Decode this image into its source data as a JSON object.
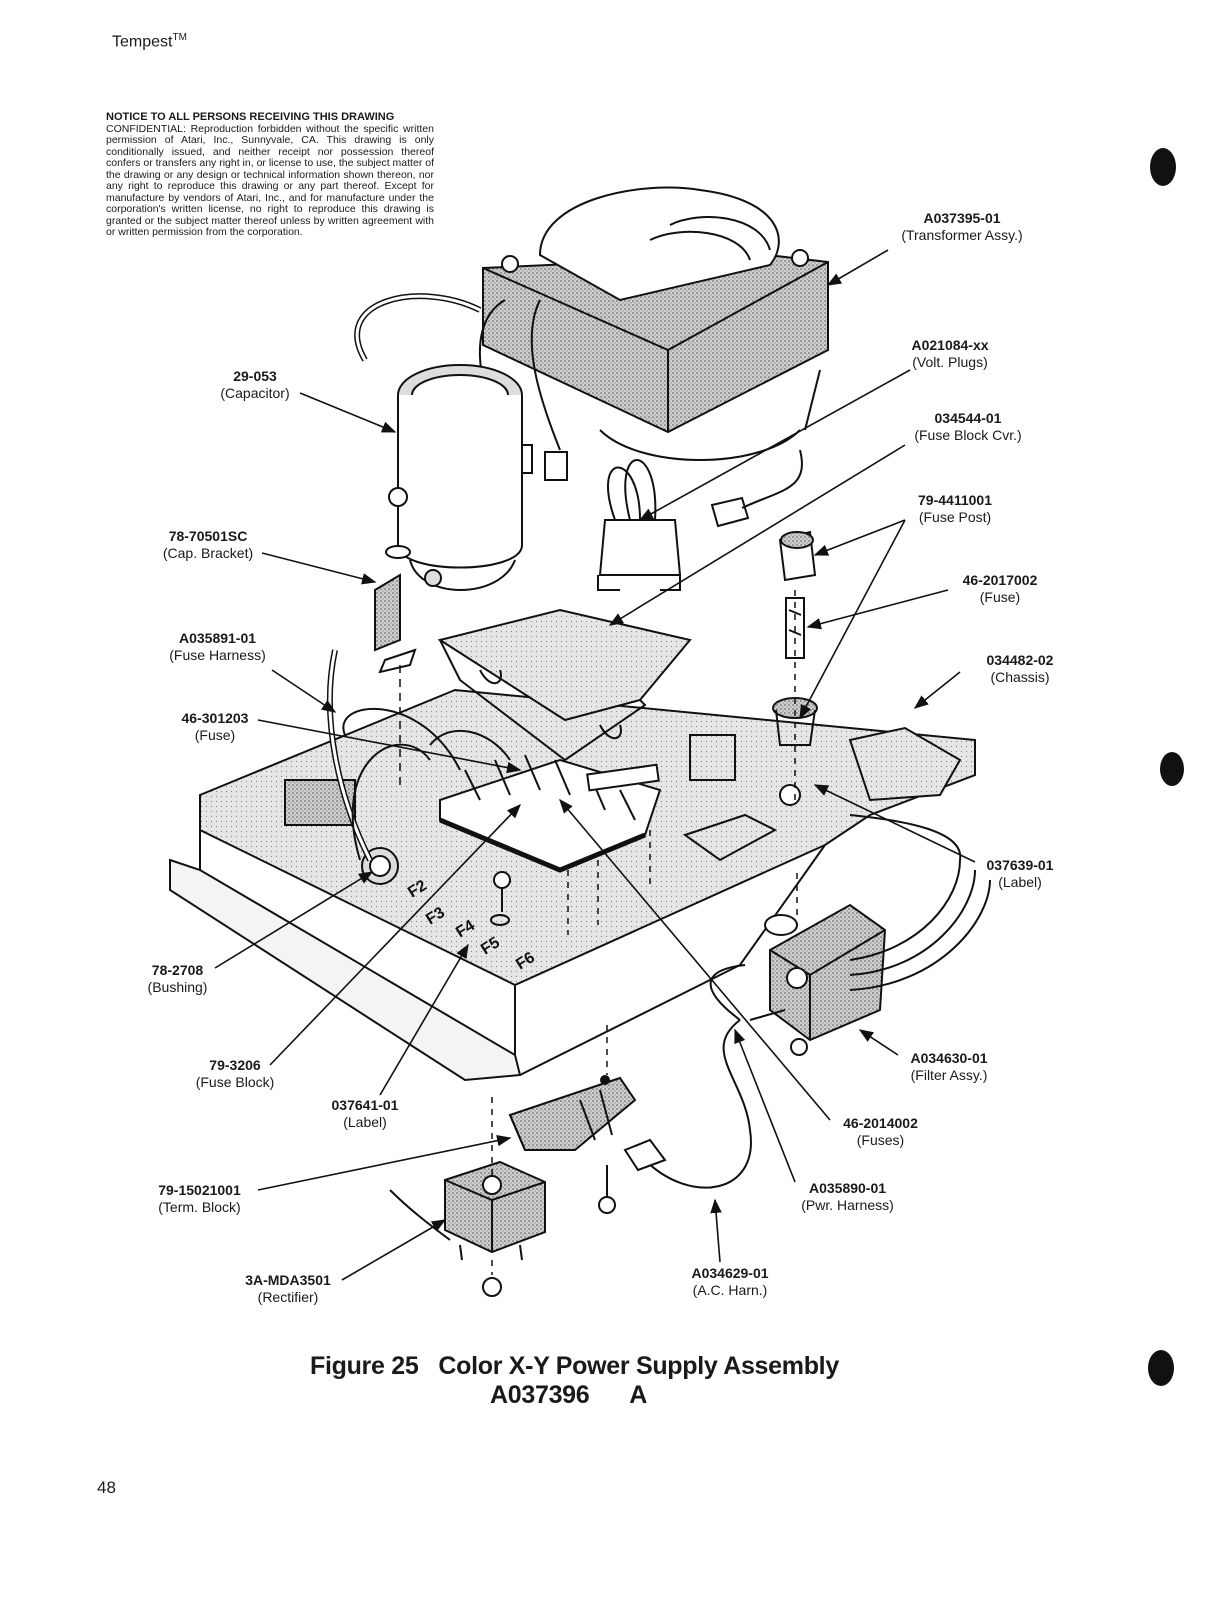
{
  "header": {
    "title": "Tempest",
    "trademark": "TM"
  },
  "notice": {
    "title": "NOTICE TO ALL PERSONS RECEIVING THIS DRAWING",
    "body": "CONFIDENTIAL: Reproduction forbidden without the specific written permission of Atari, Inc., Sunnyvale, CA. This drawing is only conditionally issued, and neither receipt nor possession thereof confers or transfers any right in, or license to use, the subject matter of the drawing or any design or technical information shown thereon, nor any right to reproduce this drawing or any part thereof. Except for manufacture by vendors of Atari, Inc., and for manufacture under the corporation's written license, no right to reproduce this drawing is granted or the subject matter thereof unless by written agreement with or written permission from the corporation."
  },
  "callouts": [
    {
      "part": "A037395-01",
      "desc": "(Transformer Assy.)"
    },
    {
      "part": "A021084-xx",
      "desc": "(Volt. Plugs)"
    },
    {
      "part": "034544-01",
      "desc": "(Fuse Block Cvr.)"
    },
    {
      "part": "79-4411001",
      "desc": "(Fuse Post)"
    },
    {
      "part": "46-2017002",
      "desc": "(Fuse)"
    },
    {
      "part": "034482-02",
      "desc": "(Chassis)"
    },
    {
      "part": "037639-01",
      "desc": "(Label)"
    },
    {
      "part": "A034630-01",
      "desc": "(Filter Assy.)"
    },
    {
      "part": "46-2014002",
      "desc": "(Fuses)"
    },
    {
      "part": "A035890-01",
      "desc": "(Pwr. Harness)"
    },
    {
      "part": "A034629-01",
      "desc": "(A.C. Harn.)"
    },
    {
      "part": "29-053",
      "desc": "(Capacitor)"
    },
    {
      "part": "78-70501SC",
      "desc": "(Cap. Bracket)"
    },
    {
      "part": "A035891-01",
      "desc": "(Fuse Harness)"
    },
    {
      "part": "46-301203",
      "desc": "(Fuse)"
    },
    {
      "part": "78-2708",
      "desc": "(Bushing)"
    },
    {
      "part": "79-3206",
      "desc": "(Fuse Block)"
    },
    {
      "part": "037641-01",
      "desc": "(Label)"
    },
    {
      "part": "79-15021001",
      "desc": "(Term. Block)"
    },
    {
      "part": "3A-MDA3501",
      "desc": "(Rectifier)"
    }
  ],
  "chassis_markings": [
    "F2",
    "F3",
    "F4",
    "F5",
    "F6"
  ],
  "caption": {
    "figure": "Figure 25",
    "title": "Color X-Y Power Supply Assembly",
    "drawing_number": "A037396",
    "revision": "A"
  },
  "page_number": "48"
}
